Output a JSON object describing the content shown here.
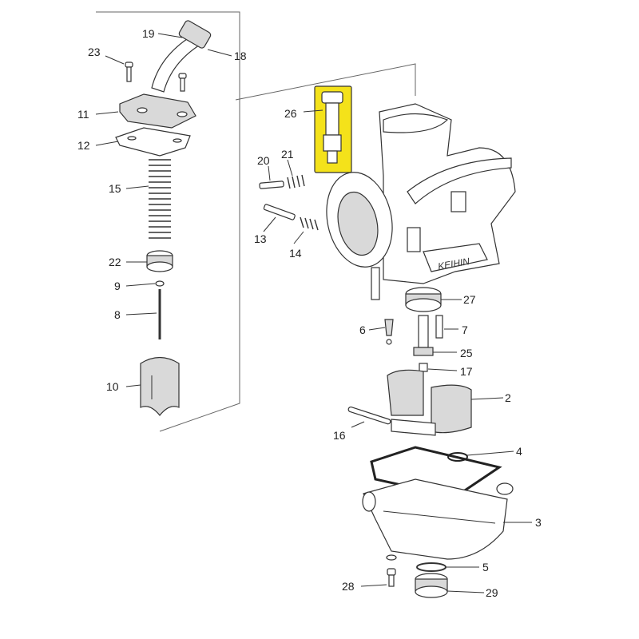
{
  "brand_text": "KEIHIN",
  "highlight_color": "#f4e21a",
  "callouts": [
    {
      "id": "19",
      "label": "19"
    },
    {
      "id": "18",
      "label": "18"
    },
    {
      "id": "23",
      "label": "23"
    },
    {
      "id": "11",
      "label": "11"
    },
    {
      "id": "12",
      "label": "12"
    },
    {
      "id": "15",
      "label": "15"
    },
    {
      "id": "22",
      "label": "22"
    },
    {
      "id": "9",
      "label": "9"
    },
    {
      "id": "8",
      "label": "8"
    },
    {
      "id": "10",
      "label": "10"
    },
    {
      "id": "26",
      "label": "26"
    },
    {
      "id": "20",
      "label": "20"
    },
    {
      "id": "21",
      "label": "21"
    },
    {
      "id": "13",
      "label": "13"
    },
    {
      "id": "14",
      "label": "14"
    },
    {
      "id": "27",
      "label": "27"
    },
    {
      "id": "6",
      "label": "6"
    },
    {
      "id": "7",
      "label": "7"
    },
    {
      "id": "25",
      "label": "25"
    },
    {
      "id": "17",
      "label": "17"
    },
    {
      "id": "2",
      "label": "2"
    },
    {
      "id": "16",
      "label": "16"
    },
    {
      "id": "4",
      "label": "4"
    },
    {
      "id": "3",
      "label": "3"
    },
    {
      "id": "5",
      "label": "5"
    },
    {
      "id": "28",
      "label": "28"
    },
    {
      "id": "29",
      "label": "29"
    }
  ]
}
